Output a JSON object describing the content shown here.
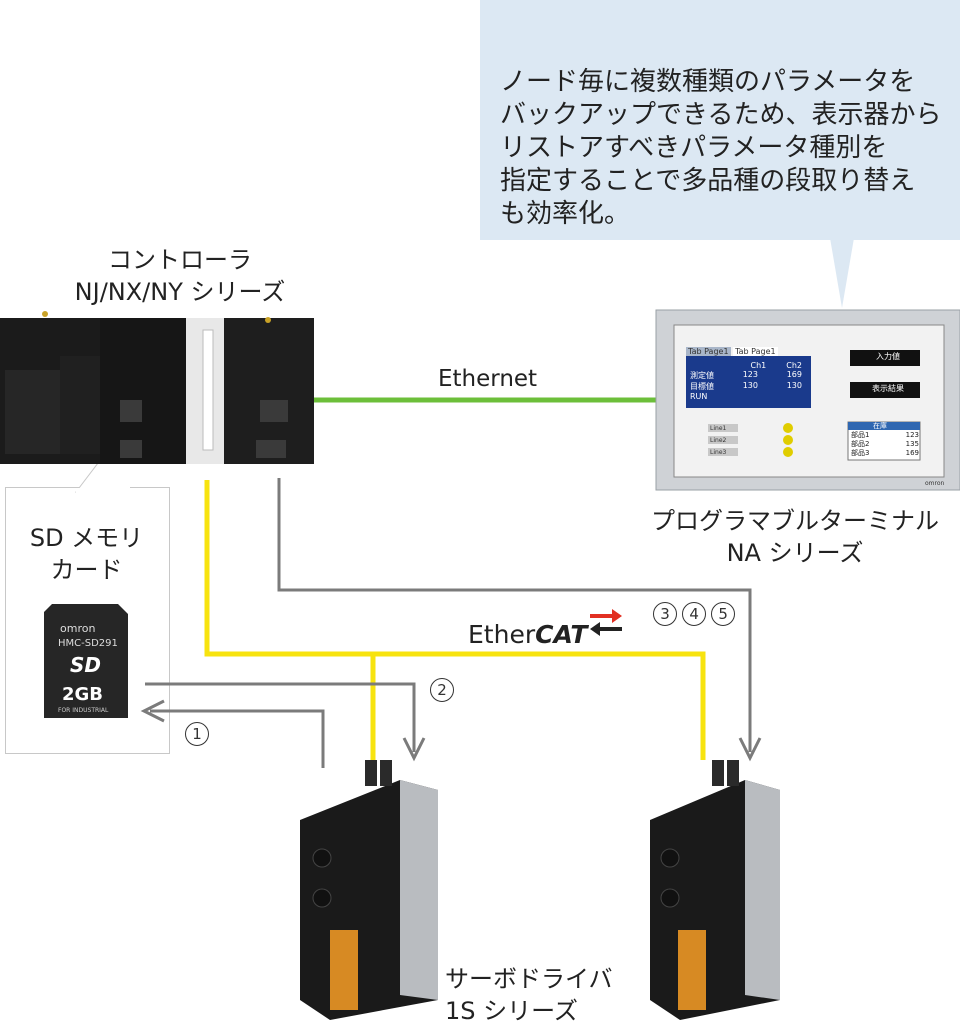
{
  "callout": {
    "lines": [
      "ノード毎に複数種類のパラメータを",
      "バックアップできるため、表示器から",
      "リストアすべきパラメータ種別を",
      "指定することで多品種の段取り替え",
      "も効率化。"
    ]
  },
  "controller": {
    "line1": "コントローラ",
    "line2": "NJ/NX/NY シリーズ"
  },
  "network": {
    "ethernet": "Ethernet",
    "ethercat_prefix": "Ether",
    "ethercat_suffix": "CAT"
  },
  "sd": {
    "line1": "SD メモリ",
    "line2": "カード",
    "brand": "omron",
    "model": "HMC-SD291",
    "capacity": "2GB",
    "sub": "FOR INDUSTRIAL"
  },
  "terminal": {
    "line1": "プログラマブルターミナル",
    "line2": "NA シリーズ"
  },
  "servo": {
    "line1": "サーボドライバ",
    "line2": "1S シリーズ"
  },
  "steps": {
    "step1": "1",
    "step2": "2",
    "step3": "3",
    "step4": "4",
    "step5": "5"
  },
  "hmi_screen": {
    "tabs": [
      "Tab Page1",
      "Tab Page1"
    ],
    "table_headers": [
      "Ch1",
      "Ch2"
    ],
    "rows": [
      [
        "測定値",
        "123",
        "169"
      ],
      [
        "目標値",
        "130",
        "130"
      ],
      [
        "RUN",
        "",
        ""
      ]
    ],
    "input_label": "入力値",
    "display_label": "表示結果",
    "right_table_header": "在庫",
    "right_rows": [
      [
        "部品1",
        "123"
      ],
      [
        "部品2",
        "135"
      ],
      [
        "部品3",
        "169"
      ]
    ],
    "left_buttons": [
      "Line1",
      "Line2",
      "Line3"
    ],
    "brand": "omron"
  },
  "colors": {
    "ethernet": "#6cbf3a",
    "ethercat": "#f7e30f",
    "arrow": "#7b7b7b",
    "callout_bg": "#dce8f3"
  }
}
